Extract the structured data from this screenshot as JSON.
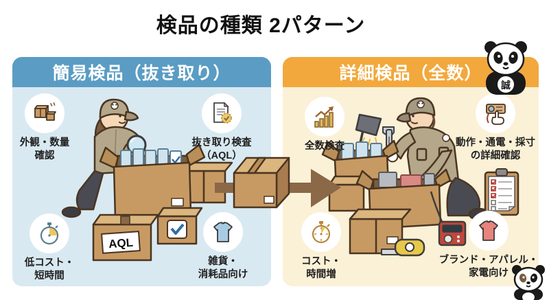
{
  "title": "検品の種類 2パターン",
  "mascot": {
    "belly_text": "誠"
  },
  "colors": {
    "left_header": "#5a9cc3",
    "left_body": "#d9e9f1",
    "right_header": "#f2a83c",
    "right_body": "#fbf1d7",
    "arrow": "#8a6848"
  },
  "panels": {
    "left": {
      "header": "簡易検品（抜き取り）",
      "aql_box_label": "AQL",
      "features": [
        {
          "icon": "boxes-icon",
          "label": "外観・数量\n確認"
        },
        {
          "icon": "document-seal-icon",
          "label": "抜き取り検査\n（AQL）"
        },
        {
          "icon": "stopwatch-icon",
          "label": "低コスト・\n短時間"
        },
        {
          "icon": "tshirt-icon",
          "label": "雑貨・\n消耗品向け"
        }
      ]
    },
    "right": {
      "header": "詳細検品（全数）",
      "features": [
        {
          "icon": "bar-chart-increase-icon",
          "label": "全数検査"
        },
        {
          "icon": "device-check-icon",
          "label": "動作・通電・採寸\nの詳細確認"
        },
        {
          "icon": "stopwatch-icon",
          "label": "コスト・\n時間増"
        },
        {
          "icon": "tshirt-icon",
          "label": "ブランド・アパレル・\n家電向け"
        }
      ]
    }
  }
}
